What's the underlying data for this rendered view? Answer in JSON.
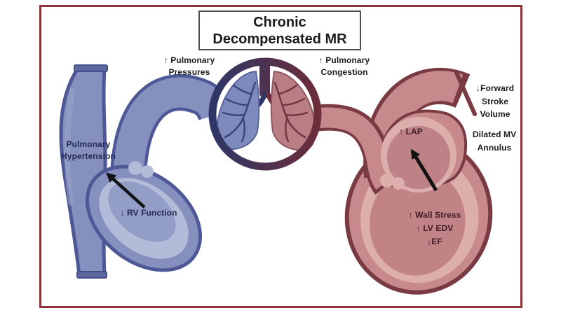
{
  "diagram_title": {
    "line1": "Chronic",
    "line2": "Decompensated MR"
  },
  "labels": {
    "pulmonary_pressures_line1": "↑ Pulmonary",
    "pulmonary_pressures_line2": "Pressures",
    "pulmonary_congestion_line1": "↑ Pulmonary",
    "pulmonary_congestion_line2": "Congestion",
    "pulmonary_hypertension_line1": "Pulmonary",
    "pulmonary_hypertension_line2": "Hypertension",
    "rv_function": "↓ RV Function",
    "lap": "↑ LAP",
    "forward_stroke_volume_line1": "↓Forward",
    "forward_stroke_volume_line2": "Stroke",
    "forward_stroke_volume_line3": "Volume",
    "dilated_mv_annulus_line1": "Dilated MV",
    "dilated_mv_annulus_line2": "Annulus",
    "wall_stress": "↑ Wall Stress",
    "lv_edv": "↑ LV EDV",
    "ef": "↓EF"
  },
  "colors": {
    "frame_border": "#8e3339",
    "right_heart_fill": "#8590bf",
    "right_heart_outline": "#4e5896",
    "right_heart_inner": "#b2bbd8",
    "left_heart_fill": "#c8898d",
    "left_heart_outline": "#7a3a42",
    "left_heart_inner": "#dcaeac",
    "lung_left_fill": "#7e8abb",
    "lung_right_fill": "#b97e84",
    "ring_left": "#2c3768",
    "ring_right": "#6e2d39",
    "arrow": "#121212"
  }
}
